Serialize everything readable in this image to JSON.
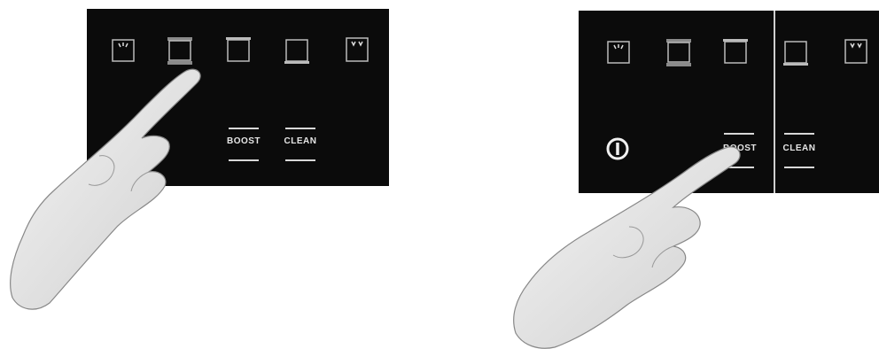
{
  "left_panel": {
    "buttons": [
      {
        "label": "BOOST"
      },
      {
        "label": "CLEAN"
      }
    ],
    "icons": [
      "oven-top-heat-icon",
      "oven-top-bottom-heat-icon",
      "oven-fan-icon",
      "oven-bottom-heat-icon",
      "oven-grill-icon"
    ]
  },
  "right_panel": {
    "buttons": [
      {
        "label": "BOOST"
      },
      {
        "label": "CLEAN"
      }
    ],
    "icons": [
      "oven-top-heat-icon",
      "oven-top-bottom-heat-icon",
      "oven-fan-icon",
      "oven-bottom-heat-icon",
      "oven-grill-icon"
    ],
    "power_icon": "power-icon"
  },
  "colors": {
    "panel": "#0b0b0b",
    "label": "#e6e6e6",
    "hand": "#e9e9e9"
  }
}
